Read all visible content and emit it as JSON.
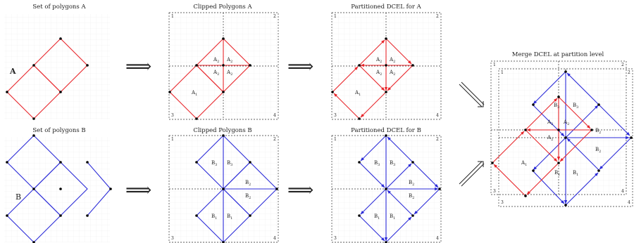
{
  "titles": {
    "set_a": "Set of polygons A",
    "set_b": "Set of polygons B",
    "clipped_a": "Clipped Polygons A",
    "clipped_b": "Clipped Polygons B",
    "part_a": "Partitioned DCEL for A",
    "part_b": "Partitioned DCEL for B",
    "merge": "Merge DCEL at partition level"
  },
  "set_labels": {
    "a": "A",
    "b": "B"
  },
  "face_labels": {
    "a1": "A1",
    "a2": "A2",
    "b1": "B1",
    "b2": "B2",
    "b3": "B3"
  },
  "partition_ids": [
    "1",
    "2",
    "3",
    "4"
  ],
  "arrow_glyph": "⟹",
  "colors": {
    "polygon_a": "#e8262b",
    "polygon_b": "#2b2bd8",
    "grid": "#e8e8e8",
    "partition": "#333333",
    "vertex": "#000000"
  }
}
